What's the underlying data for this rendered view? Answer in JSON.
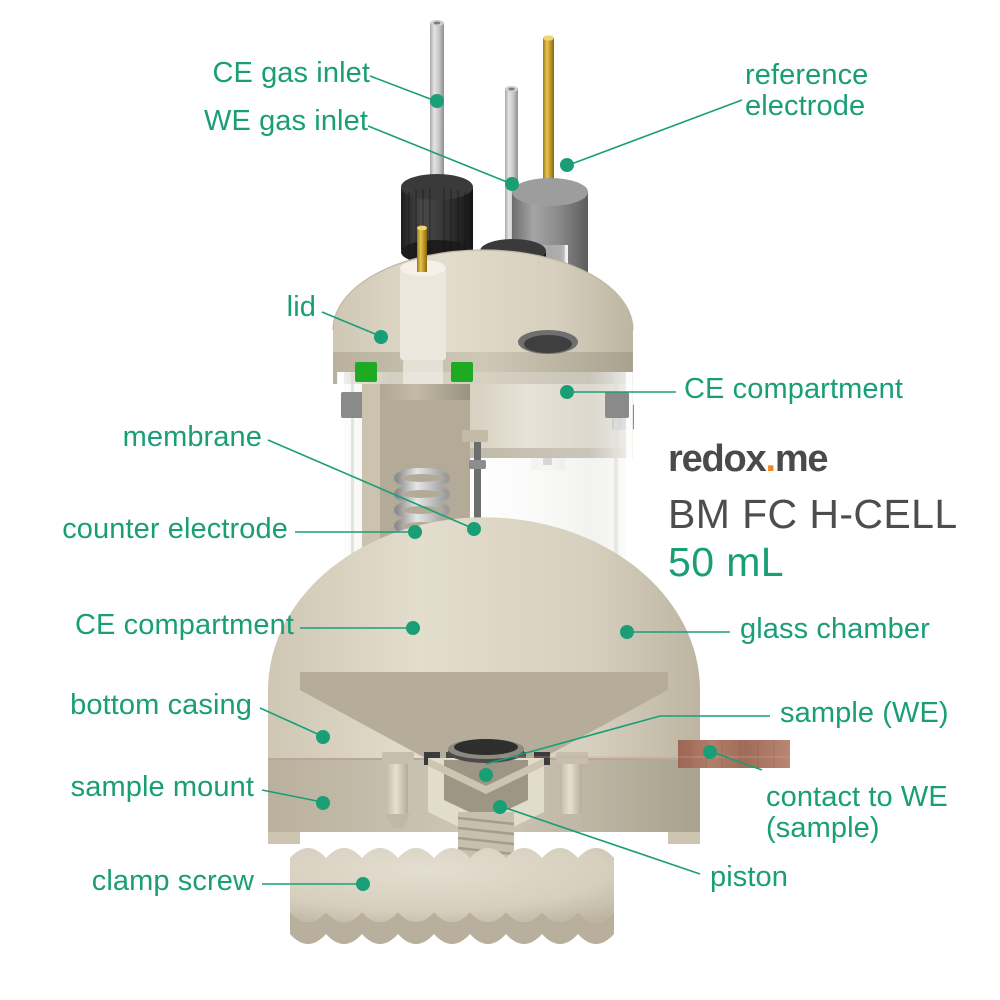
{
  "figure": {
    "subject": "BM FC H-CELL 50 mL electrochemical cell cutaway diagram",
    "background": "#ffffff",
    "label_color": "#1a9e76",
    "body_color": "#ded7c6",
    "seal_color": "#1faa23",
    "copper_color": "#a8705e"
  },
  "brand": {
    "logo_main": "redox",
    "logo_dot": ".",
    "logo_tail": "me",
    "logo_color": "#4a4a4a",
    "dot_color": "#f5871f",
    "product_name": "BM FC H-CELL",
    "product_volume": "50 mL",
    "volume_color": "#1a9e76"
  },
  "labels": [
    {
      "id": "ce-gas-inlet",
      "text": "CE gas inlet",
      "align": "right"
    },
    {
      "id": "we-gas-inlet",
      "text": "WE gas inlet",
      "align": "right"
    },
    {
      "id": "reference-electrode",
      "text": "reference\nelectrode",
      "align": "left"
    },
    {
      "id": "lid",
      "text": "lid",
      "align": "right"
    },
    {
      "id": "ce-compartment-top",
      "text": "CE compartment",
      "align": "left"
    },
    {
      "id": "membrane",
      "text": "membrane",
      "align": "right"
    },
    {
      "id": "counter-electrode",
      "text": "counter electrode",
      "align": "right"
    },
    {
      "id": "ce-compartment-left",
      "text": "CE compartment",
      "align": "right"
    },
    {
      "id": "glass-chamber",
      "text": "glass chamber",
      "align": "left"
    },
    {
      "id": "bottom-casing",
      "text": "bottom casing",
      "align": "right"
    },
    {
      "id": "sample-we",
      "text": "sample (WE)",
      "align": "left"
    },
    {
      "id": "sample-mount",
      "text": "sample mount",
      "align": "right"
    },
    {
      "id": "contact-to-we",
      "text": "contact to WE\n(sample)",
      "align": "left"
    },
    {
      "id": "clamp-screw",
      "text": "clamp screw",
      "align": "right"
    },
    {
      "id": "piston",
      "text": "piston",
      "align": "left"
    }
  ],
  "parts": [
    {
      "id": "ce-gas-inlet-tube",
      "name": "CE gas inlet tube"
    },
    {
      "id": "we-gas-inlet-tube",
      "name": "WE gas inlet tube"
    },
    {
      "id": "reference-electrode-body",
      "name": "reference electrode body"
    },
    {
      "id": "black-fitting-left",
      "name": "knurled black fitting"
    },
    {
      "id": "black-fitting-right",
      "name": "knurled black fitting"
    },
    {
      "id": "lid-body",
      "name": "cell lid"
    },
    {
      "id": "green-seal-left",
      "name": "o-ring seal"
    },
    {
      "id": "green-seal-right",
      "name": "o-ring seal"
    },
    {
      "id": "counter-electrode-coil",
      "name": "coiled counter electrode"
    },
    {
      "id": "membrane-sheet",
      "name": "membrane separator"
    },
    {
      "id": "glass-chamber-body",
      "name": "glass chamber"
    },
    {
      "id": "bottom-casing-body",
      "name": "bottom casing"
    },
    {
      "id": "sample-mount-body",
      "name": "sample mount"
    },
    {
      "id": "piston-body",
      "name": "piston"
    },
    {
      "id": "clamp-screw-body",
      "name": "clamp screw"
    },
    {
      "id": "we-contact-strip",
      "name": "copper contact strip to working electrode"
    }
  ]
}
